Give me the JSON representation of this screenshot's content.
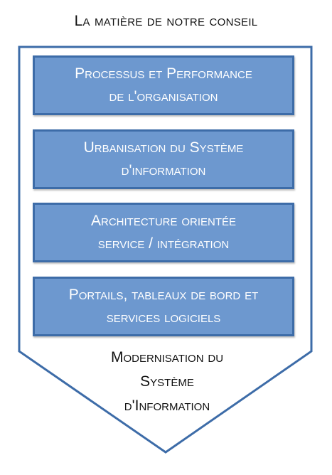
{
  "title": "La matière de notre conseil",
  "layers": [
    {
      "line1": "Processus et Performance",
      "line2": "de l'organisation"
    },
    {
      "line1": "Urbanisation du Système",
      "line2": "d'information"
    },
    {
      "line1": "Architecture orientée",
      "line2": "service / intégration"
    },
    {
      "line1": "Portails, tableaux de bord et",
      "line2": "services logiciels"
    }
  ],
  "footer": {
    "line1": "Modernisation du",
    "line2": "Système",
    "line3": "d'Information"
  },
  "colors": {
    "box_fill": "#6d98cf",
    "box_border": "#3d6ca8",
    "shield_outline": "#3d6ca8",
    "box_text": "#ffffff"
  }
}
